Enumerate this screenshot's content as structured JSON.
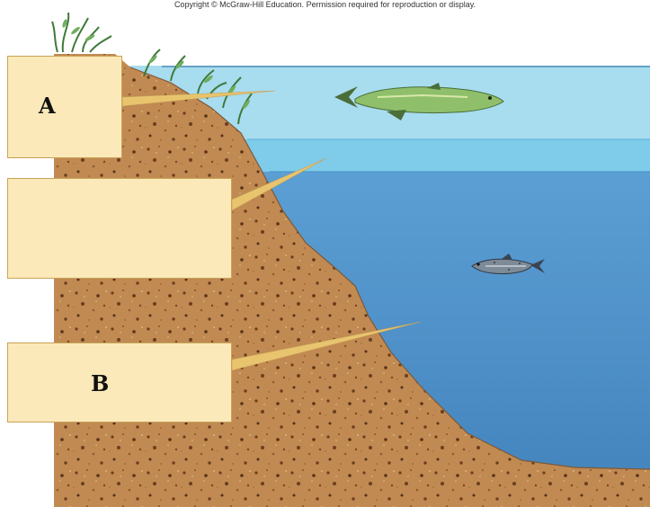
{
  "copyright": "Copyright © McGraw-Hill Education. Permission required for reproduction or display.",
  "labels": [
    {
      "id": "top",
      "text": "A"
    },
    {
      "id": "middle",
      "text": ""
    },
    {
      "id": "bottom",
      "text": "B"
    }
  ],
  "colors": {
    "sediment": "#c08a52",
    "shallow_water": "#a8dcef",
    "upper_water": "#7ecbea",
    "deep_water": "#4f92c9",
    "label_fill": "#fbe9b9",
    "label_border": "#c9a257",
    "leader_line": "#e8c46f"
  },
  "icons": [
    "aquatic-plants-icon",
    "pike-fish-icon",
    "trout-fish-icon"
  ]
}
